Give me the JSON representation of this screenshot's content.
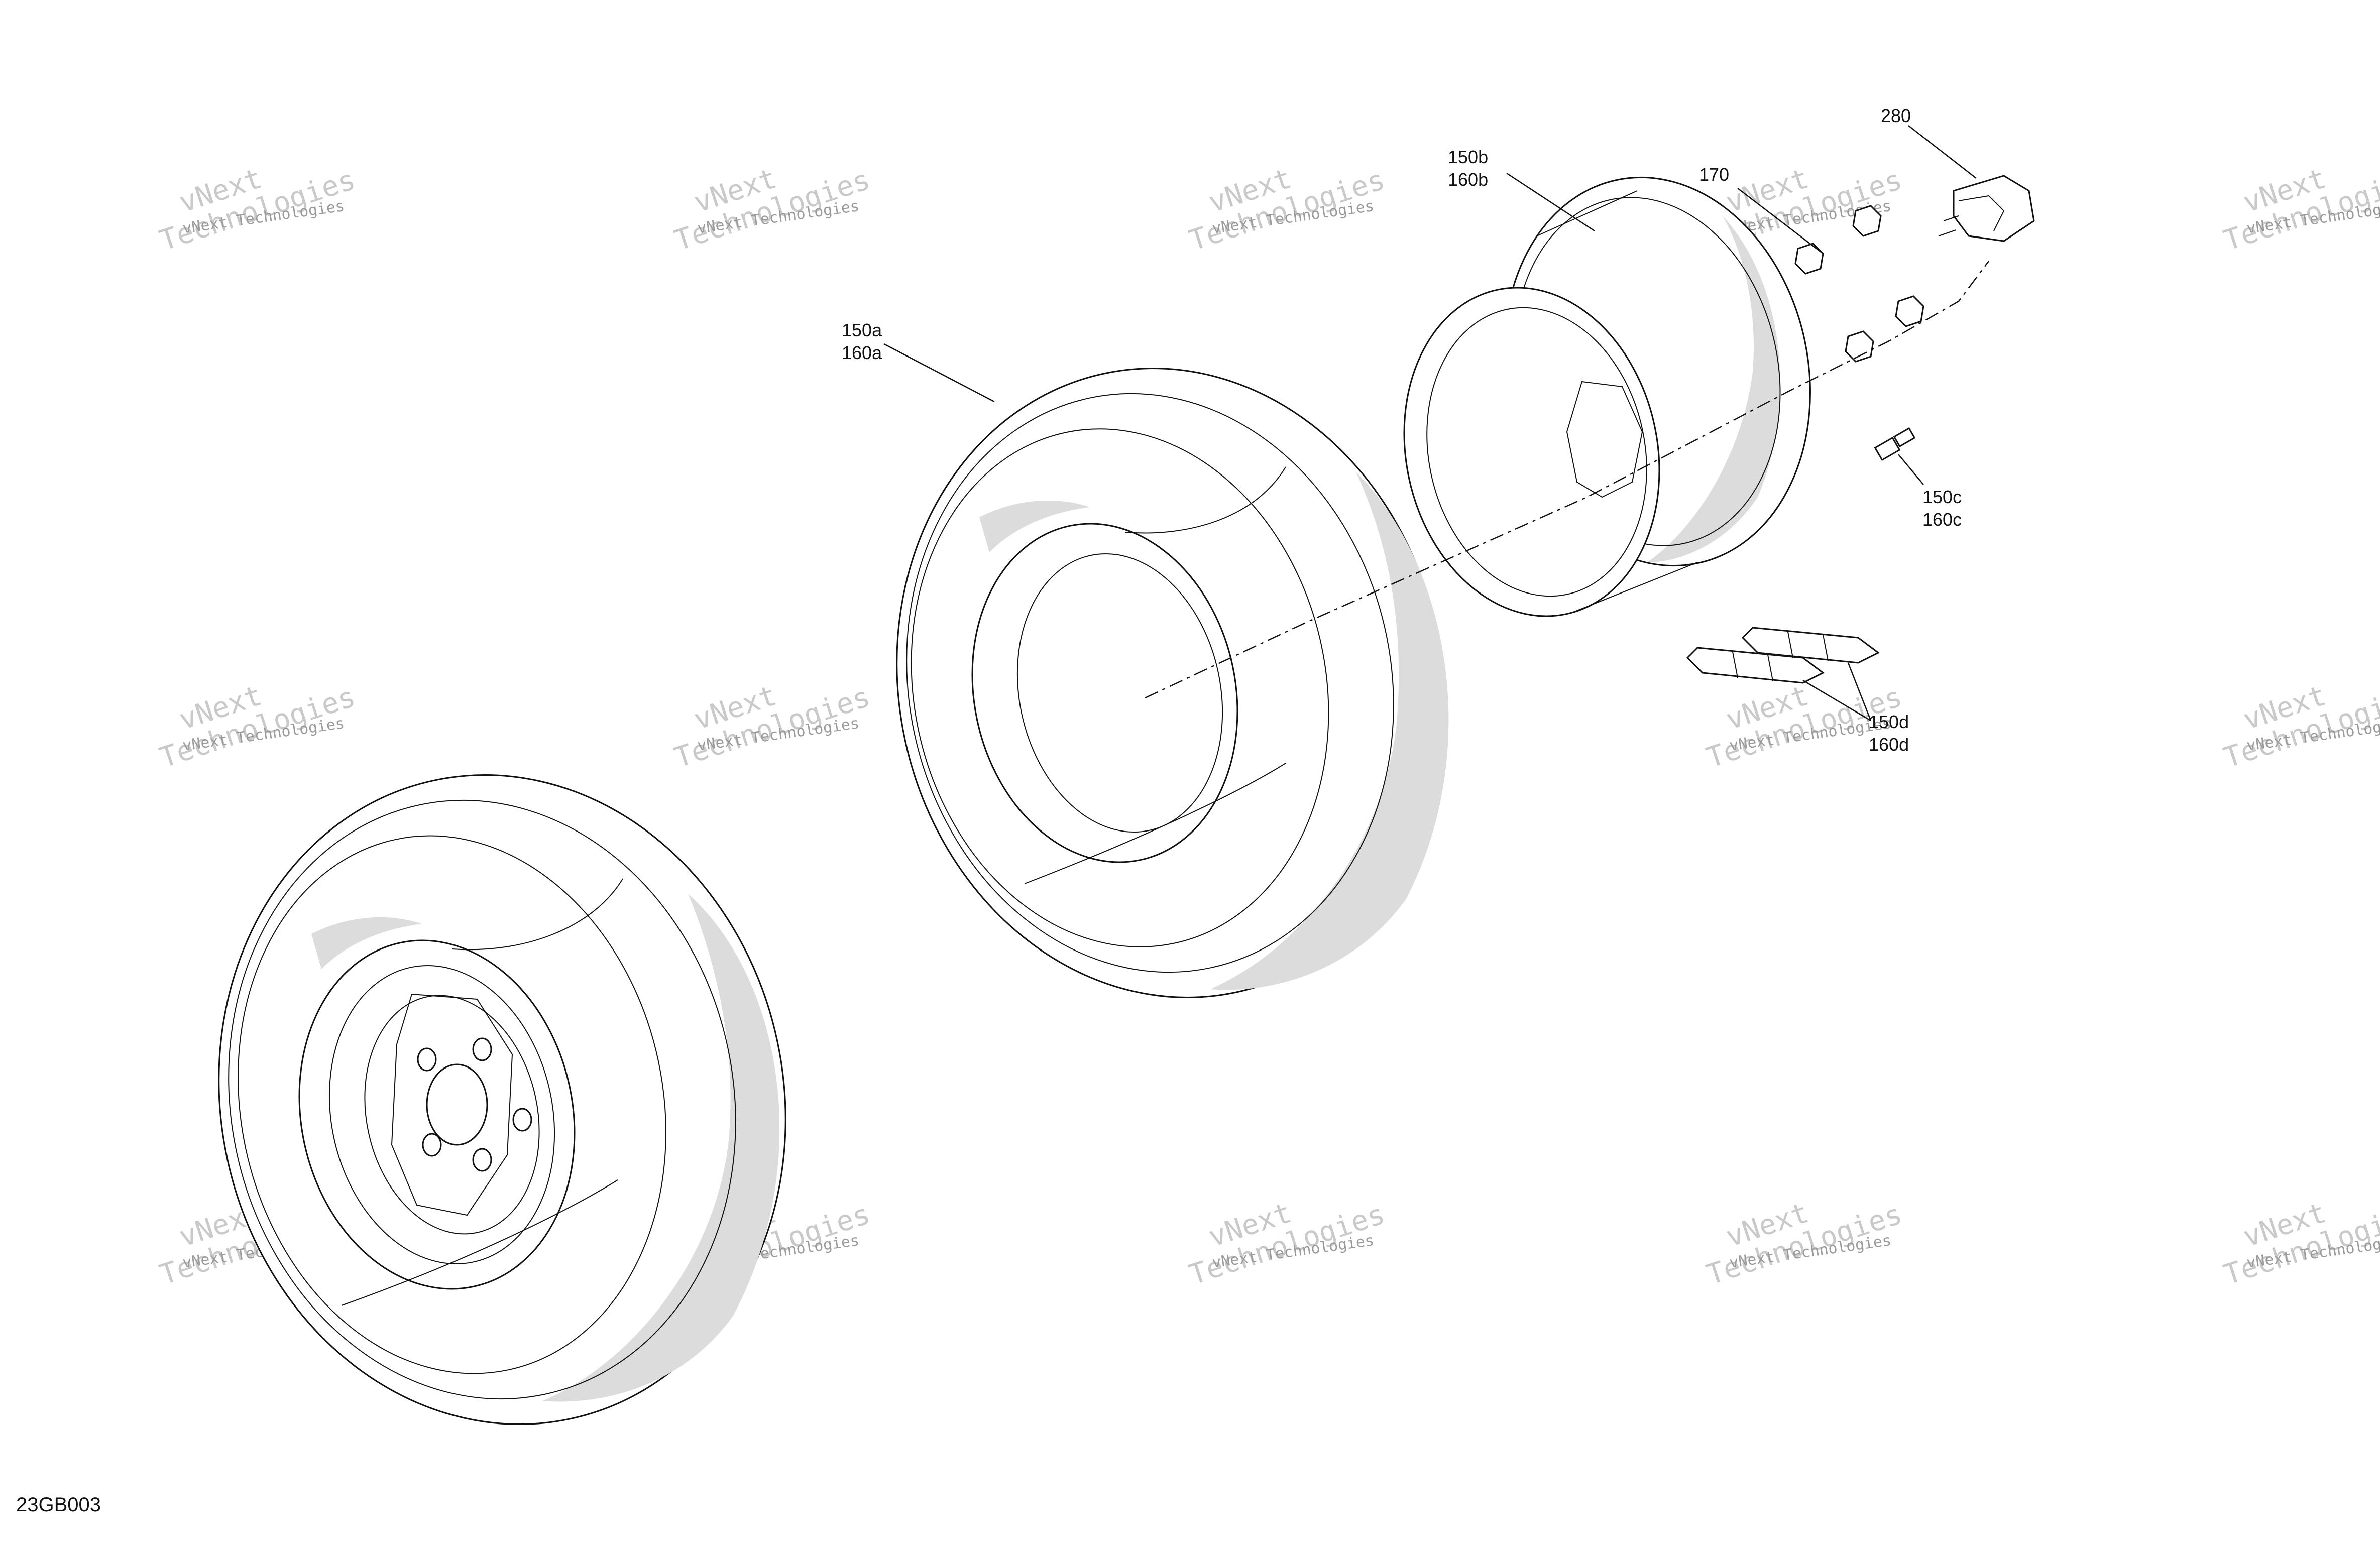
{
  "figure_id": "23GB003",
  "watermark": {
    "line1": "vNext",
    "line2": "Technologies",
    "small": "vNext Technologies"
  },
  "callouts": {
    "c280": "280",
    "c150b": "150b",
    "c160b": "160b",
    "c170": "170",
    "c150a": "150a",
    "c160a": "160a",
    "c150c": "150c",
    "c160c": "160c",
    "c150d": "150d",
    "c160d": "160d"
  },
  "colors": {
    "line": "#111111",
    "shade": "#dcdcdc",
    "watermark": "#c9c9c9"
  }
}
